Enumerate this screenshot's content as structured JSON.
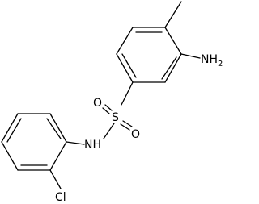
{
  "molecule": {
    "atoms": {
      "nh2": "NH",
      "nh2_sub": "2",
      "sulfur": "S",
      "oxygen_top": "O",
      "oxygen_bottom": "O",
      "nh": "NH",
      "chlorine": "Cl"
    },
    "colors": {
      "bond": "#000000",
      "label": "#000000",
      "background": "#ffffff"
    }
  }
}
